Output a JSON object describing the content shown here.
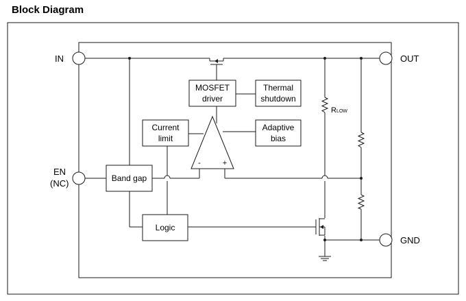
{
  "title": "Block Diagram",
  "pins": {
    "in": "IN",
    "out": "OUT",
    "en_line1": "EN",
    "en_line2": "(NC)",
    "gnd": "GND"
  },
  "blocks": {
    "mosfet_driver": [
      "MOSFET",
      "driver"
    ],
    "thermal_shutdown": [
      "Thermal",
      "shutdown"
    ],
    "current_limit": [
      "Current",
      "limit"
    ],
    "adaptive_bias": [
      "Adaptive",
      "bias"
    ],
    "band_gap": "Band gap",
    "logic": "Logic"
  },
  "op_amp": {
    "minus": "-",
    "plus": "+"
  },
  "resistor_label": {
    "main": "R",
    "sub": "LOW"
  }
}
